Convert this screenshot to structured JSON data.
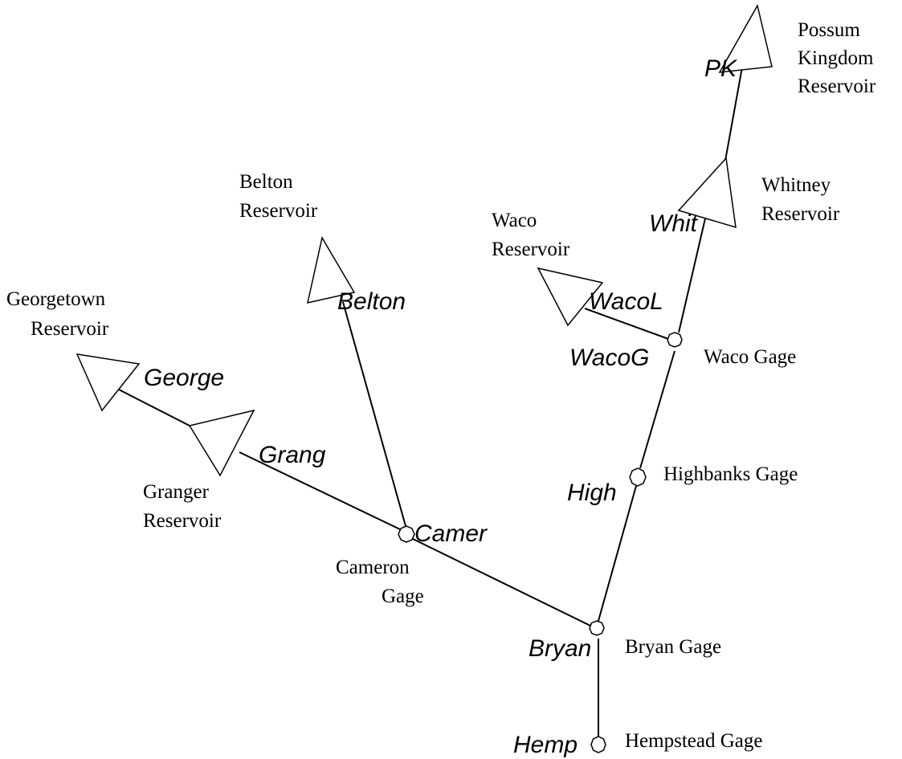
{
  "network": {
    "reservoirs": [
      {
        "id": "PK",
        "name_lines": [
          "Possum",
          "Kingdom",
          "Reservoir"
        ]
      },
      {
        "id": "Whit",
        "name_lines": [
          "Whitney",
          "Reservoir"
        ]
      },
      {
        "id": "WacoL",
        "name_lines": [
          "Waco",
          "Reservoir"
        ]
      },
      {
        "id": "Belton",
        "name_lines": [
          "Belton",
          "Reservoir"
        ]
      },
      {
        "id": "George",
        "name_lines": [
          "Georgetown",
          "Reservoir"
        ]
      },
      {
        "id": "Grang",
        "name_lines": [
          "Granger",
          "Reservoir"
        ]
      }
    ],
    "gages": [
      {
        "id": "WacoG",
        "name_lines": [
          "Waco Gage"
        ]
      },
      {
        "id": "High",
        "name_lines": [
          "Highbanks Gage"
        ]
      },
      {
        "id": "Camer",
        "name_lines": [
          "Cameron",
          "Gage"
        ]
      },
      {
        "id": "Bryan",
        "name_lines": [
          "Bryan Gage"
        ]
      },
      {
        "id": "Hemp",
        "name_lines": [
          "Hempstead Gage"
        ]
      }
    ]
  }
}
